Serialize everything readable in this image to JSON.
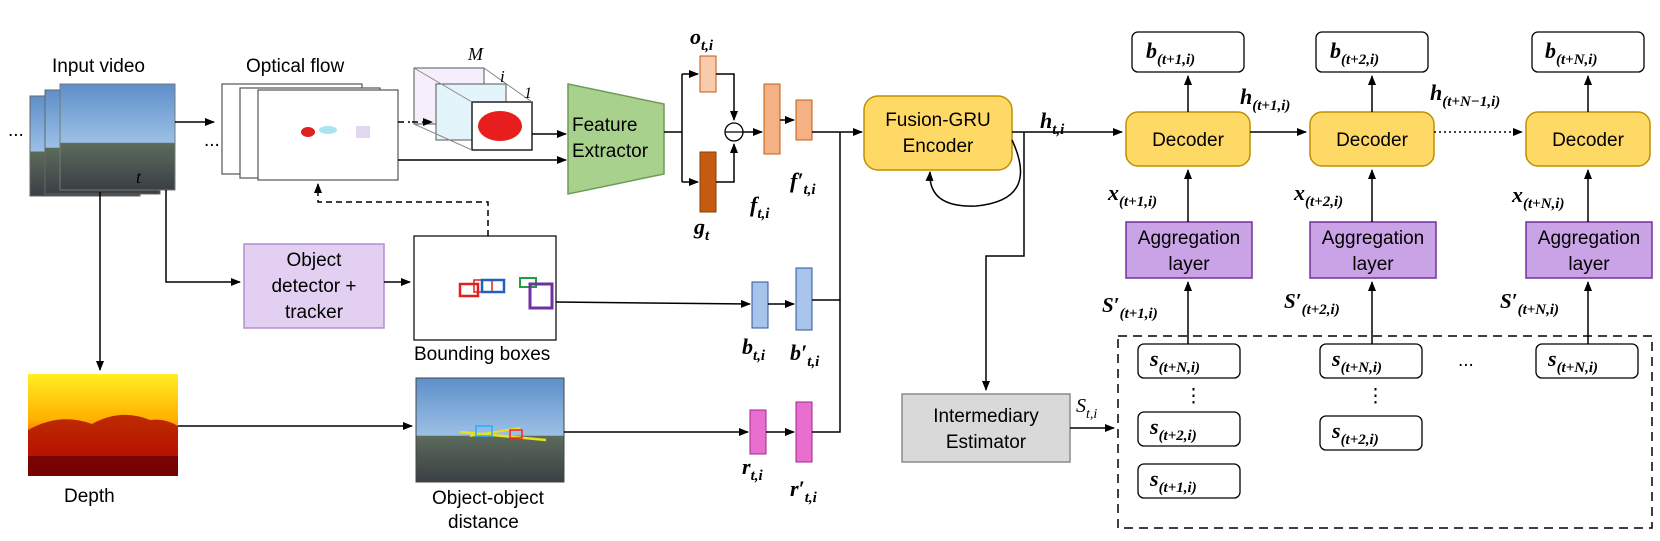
{
  "labels": {
    "input_video": "Input video",
    "optical_flow": "Optical flow",
    "ellipsis_left": "...",
    "ellipsis_flow": "...",
    "t": "t",
    "M": "M",
    "i": "i",
    "one": "1",
    "depth": "Depth",
    "bounding_boxes": "Bounding boxes",
    "object_distance_1": "Object-object",
    "object_distance_2": "distance",
    "ellipsis_mid": "...",
    "vdots": "⋮"
  },
  "boxes": {
    "feature_extractor_1": "Feature",
    "feature_extractor_2": "Extractor",
    "object_detector_1": "Object",
    "object_detector_2": "detector +",
    "object_detector_3": "tracker",
    "fusion_gru_1": "Fusion-GRU",
    "fusion_gru_2": "Encoder",
    "intermediary_1": "Intermediary",
    "intermediary_2": "Estimator",
    "decoder_1": "Decoder",
    "decoder_2": "Decoder",
    "decoder_3": "Decoder",
    "agg_1_a": "Aggregation",
    "agg_1_b": "layer",
    "agg_2_a": "Aggregation",
    "agg_2_b": "layer",
    "agg_3_a": "Aggregation",
    "agg_3_b": "layer"
  },
  "math": {
    "o": "o",
    "o_sub": "t,i",
    "g": "g",
    "g_sub": "t",
    "f": "f",
    "f_sub": "t,i",
    "fp": "f′",
    "fp_sub": "t,i",
    "b": "b",
    "b_sub": "t,i",
    "bp": "b′",
    "bp_sub": "t,i",
    "r": "r",
    "r_sub": "t,i",
    "rp": "r′",
    "rp_sub": "t,i",
    "h_ti": "h",
    "h_ti_sub": "t,i",
    "h_t1": "h",
    "h_t1_sub": "(t+1,i)",
    "h_tn1": "h",
    "h_tn1_sub": "(t+N−1,i)",
    "S_ti": "S",
    "S_ti_sub": "t,i",
    "b_out_1": "b",
    "b_out_1_sub": "(t+1,i)",
    "b_out_2": "b",
    "b_out_2_sub": "(t+2,i)",
    "b_out_3": "b",
    "b_out_3_sub": "(t+N,i)",
    "x_1": "x",
    "x_1_sub": "(t+1,i)",
    "x_2": "x",
    "x_2_sub": "(t+2,i)",
    "x_3": "x",
    "x_3_sub": "(t+N,i)",
    "sp_1": "S′",
    "sp_1_sub": "(t+1,i)",
    "sp_2": "S′",
    "sp_2_sub": "(t+2,i)",
    "sp_3": "S′",
    "sp_3_sub": "(t+N,i)",
    "s_a1": "s",
    "s_a1_sub": "(t+N,i)",
    "s_a2": "s",
    "s_a2_sub": "(t+2,i)",
    "s_a3": "s",
    "s_a3_sub": "(t+1,i)",
    "s_b1": "s",
    "s_b1_sub": "(t+N,i)",
    "s_b2": "s",
    "s_b2_sub": "(t+2,i)",
    "s_c1": "s",
    "s_c1_sub": "(t+N,i)"
  },
  "colors": {
    "feature_extractor": "#a9d18e",
    "object_detector": "#e2cff1",
    "fusion_gru": "#ffd966",
    "decoder": "#ffd966",
    "aggregation": "#c9a3e6",
    "intermediary": "#d9d9d9",
    "orange_light": "#f8cbad",
    "orange_mid": "#f4b183",
    "orange_dark": "#c55a11",
    "blue_vec": "#a9c4eb",
    "pink_vec": "#e86fcf"
  }
}
